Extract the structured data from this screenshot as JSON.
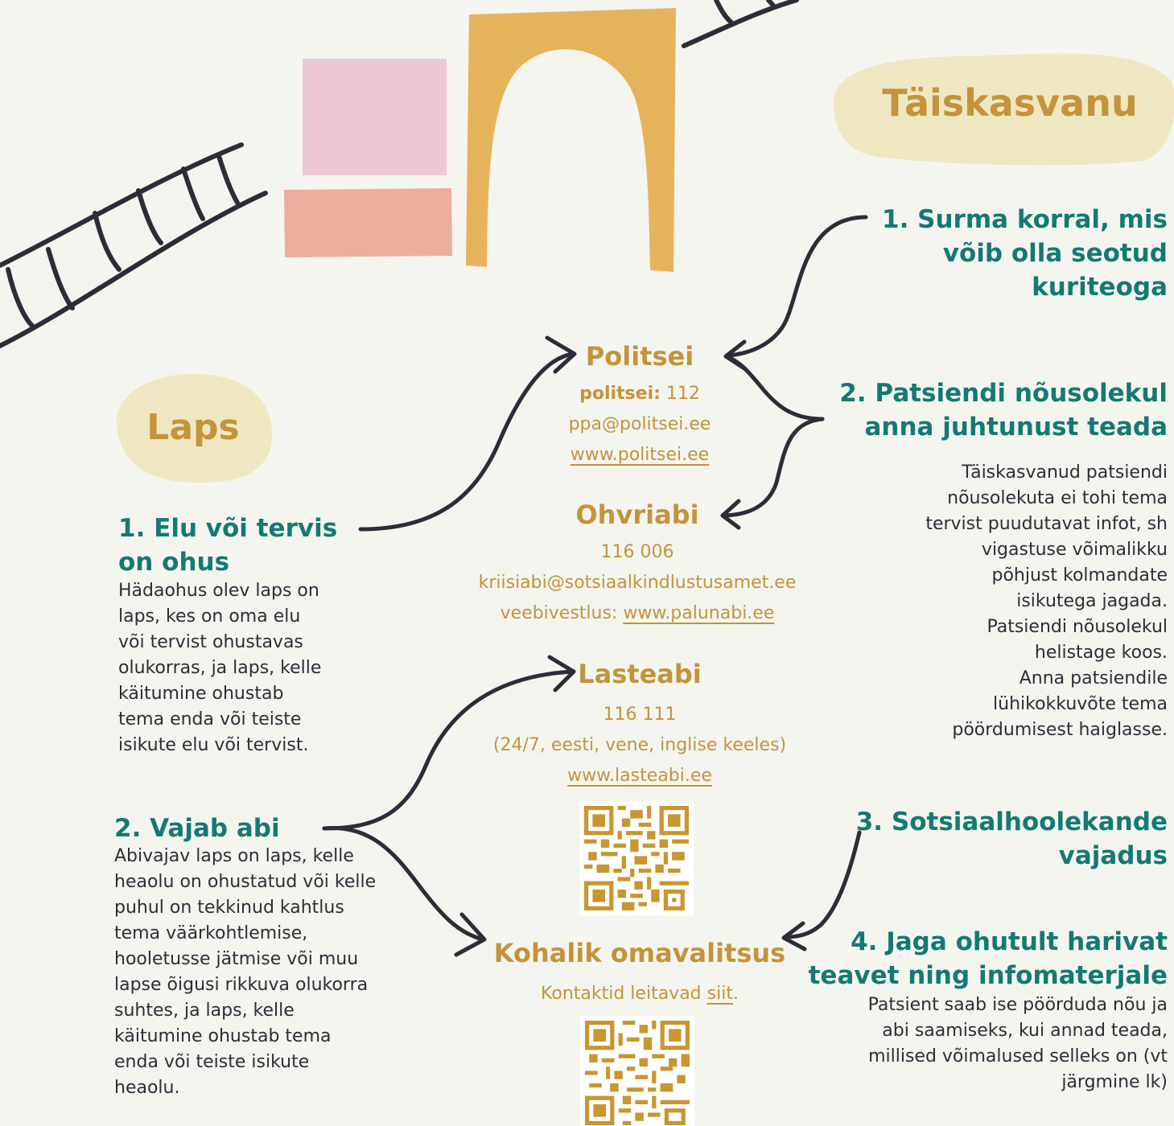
{
  "colors": {
    "background": "#f5f5f0",
    "teal": "#127a72",
    "gold": "#c4933a",
    "dark": "#2b2e37",
    "blob": "#efe7c1",
    "pink": "#ecc8d6",
    "salmon": "#ecae9b",
    "arch": "#e6b35d"
  },
  "adult": {
    "title": "Täiskasvanu",
    "item1": "1. Surma korral, mis\nvõib olla seotud\nkuriteoga",
    "item2": "2. Patsiendi nõusolekul\nanna juhtunust teada",
    "item2_text": "Täiskasvanud patsiendi\nnõusolekuta ei tohi tema\ntervist puudutavat infot, sh\nvigastuse võimalikku\npõhjust kolmandate\nisikutega jagada.\nPatsiendi nõusolekul\nhelistage koos.\nAnna patsiendile\nlühikokkuvõte tema\npöördumisest haiglasse.",
    "item3": "3. Sotsiaalhoolekande\nvajadus",
    "item4": "4. Jaga ohutult harivat\nteavet ning infomaterjale",
    "item4_text": "Patsient saab ise pöörduda nõu ja\nabi saamiseks, kui annad teada,\nmillised võimalused selleks on (vt\njärgmine lk)"
  },
  "child": {
    "title": "Laps",
    "item1": "1. Elu või tervis\non ohus",
    "item1_text": "Hädaohus olev laps on\nlaps, kes on oma elu\nvõi tervist ohustavas\nolukorras, ja laps, kelle\nkäitumine ohustab\ntema enda või teiste\nisikute elu või tervist.",
    "item2": "2. Vajab abi",
    "item2_text": "Abivajav laps on laps, kelle\nheaolu on ohustatud või kelle\npuhul on tekkinud kahtlus\ntema väärkohtlemise,\nhooletusse jätmise või muu\nlapse õigusi rikkuva olukorra\nsuhtes, ja laps, kelle\nkäitumine ohustab tema\nenda või teiste isikute\nheaolu."
  },
  "police": {
    "title": "Politsei",
    "phone_label": "politsei:",
    "phone": " 112",
    "email": "ppa@politsei.ee",
    "web": "www.politsei.ee"
  },
  "victim_support": {
    "title": "Ohvriabi",
    "phone": "116 006",
    "email": "kriisiabi@sotsiaalkindlustusamet.ee",
    "chat_label": "veebivestlus: ",
    "chat_link": "www.palunabi.ee"
  },
  "child_help": {
    "title": "Lasteabi",
    "phone": "116 111",
    "hours": "(24/7, eesti, vene, inglise keeles)",
    "web": "www.lasteabi.ee"
  },
  "local_gov": {
    "title": "Kohalik omavalitsus",
    "contacts_text": "Kontaktid leitavad ",
    "contacts_link": "siit",
    "contacts_end": "."
  }
}
